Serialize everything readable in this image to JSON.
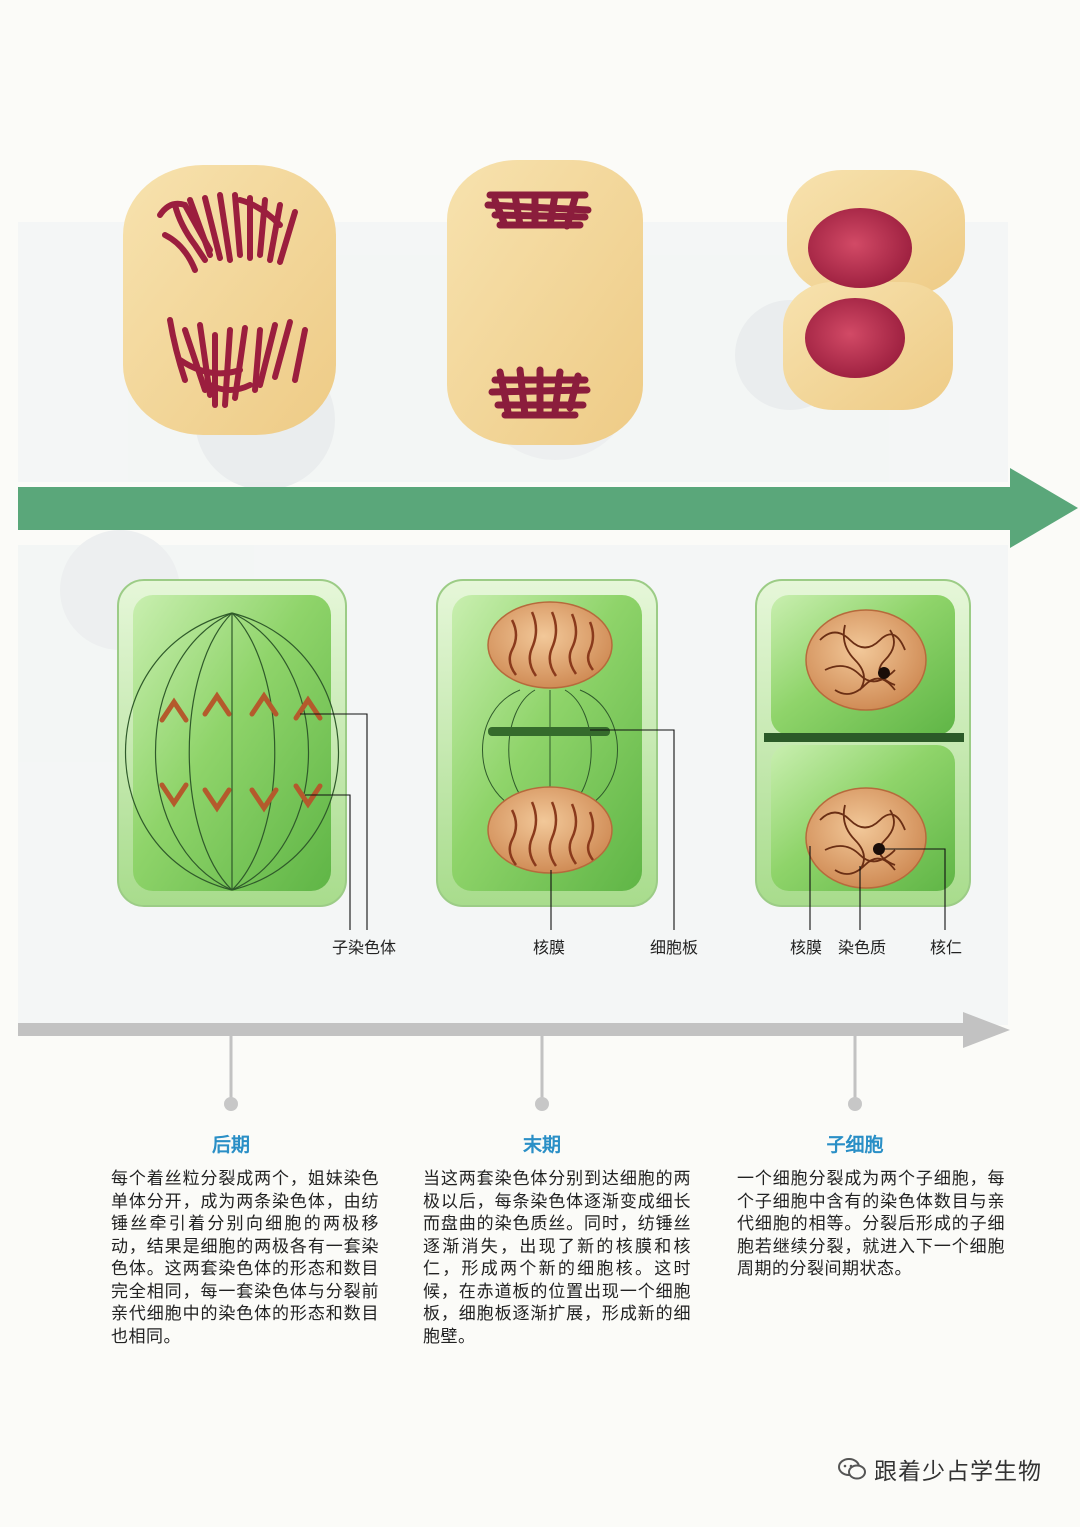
{
  "stages": [
    {
      "title": "后期",
      "description": "每个着丝粒分裂成两个，姐妹染色单体分开，成为两条染色体，由纺锤丝牵引着分别向细胞的两极移动，结果是细胞的两极各有一套染色体。这两套染色体的形态和数目完全相同，每一套染色体与分裂前亲代细胞中的染色体的形态和数目也相同。",
      "labels": [
        "子染色体"
      ]
    },
    {
      "title": "末期",
      "description": "当这两套染色体分别到达细胞的两极以后，每条染色体逐渐变成细长而盘曲的染色质丝。同时，纺锤丝逐渐消失，出现了新的核膜和核仁，形成两个新的细胞核。这时候，在赤道板的位置出现一个细胞板，细胞板逐渐扩展，形成新的细胞壁。",
      "labels": [
        "核膜",
        "细胞板"
      ]
    },
    {
      "title": "子细胞",
      "description": "一个细胞分裂成为两个子细胞，每个子细胞中含有的染色体数目与亲代细胞的相等。分裂后形成的子细胞若继续分裂，就进入下一个细胞周期的分裂间期状态。",
      "labels": [
        "核膜",
        "染色质",
        "核仁"
      ]
    }
  ],
  "watermark": "跟着少占学生物",
  "colors": {
    "stage_title": "#2a8fc6",
    "green_arrow": "#5aa77a",
    "grey_arrow": "#c2c2c2",
    "cell_green": "#8fd46a",
    "cell_yellow": "#f3d79a",
    "chromosome": "#8b1d3c"
  }
}
